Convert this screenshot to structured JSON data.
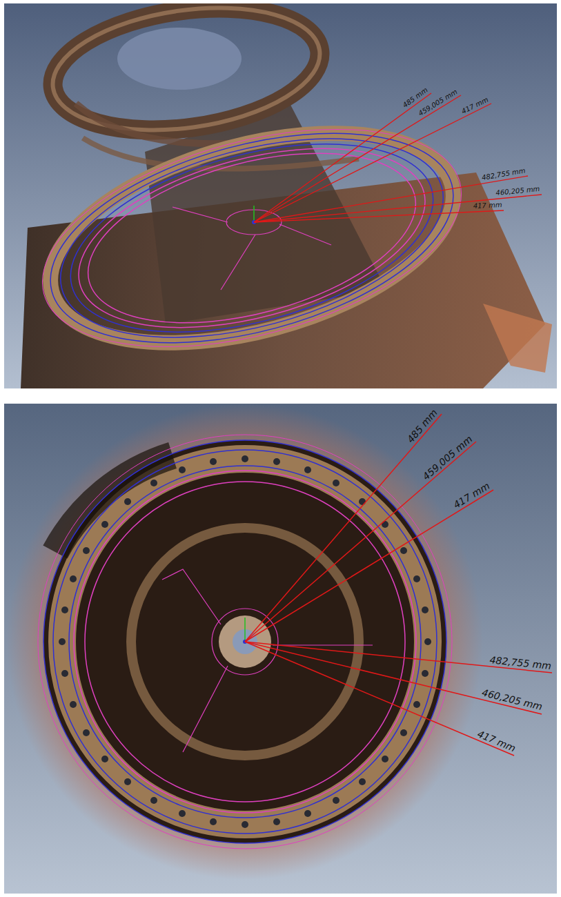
{
  "diagram": {
    "labels": [
      "485 mm",
      "459,005 mm",
      "417 mm",
      "482,755 mm",
      "460,205 mm",
      "417 mm",
      "485 mm",
      "459,005 mm",
      "417 mm",
      "482,755 mm",
      "460,205 mm",
      "417 mm"
    ]
  }
}
